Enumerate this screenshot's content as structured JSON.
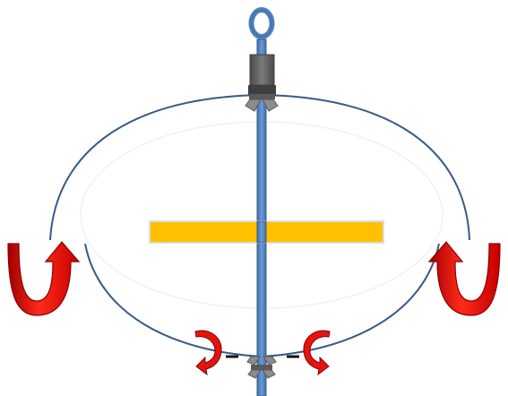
{
  "diagram": {
    "elements": [
      {
        "name": "hanging-ring-icon",
        "kind": "eye-ring"
      },
      {
        "name": "vertical-rod",
        "kind": "rod"
      },
      {
        "name": "top-clamp-block",
        "kind": "clamp"
      },
      {
        "name": "top-hinge-bracket",
        "kind": "hinge"
      },
      {
        "name": "bottom-hinge-bracket",
        "kind": "hinge"
      },
      {
        "name": "elliptical-loop",
        "kind": "wire-loop"
      },
      {
        "name": "horizontal-bar",
        "kind": "bar"
      },
      {
        "name": "left-curved-arrow-icon",
        "kind": "rotation-arrow"
      },
      {
        "name": "right-curved-arrow-icon",
        "kind": "rotation-arrow"
      },
      {
        "name": "bottom-left-small-arrow-icon",
        "kind": "rotation-arrow"
      },
      {
        "name": "bottom-right-small-arrow-icon",
        "kind": "rotation-arrow"
      }
    ]
  },
  "colors": {
    "rod": "#4f81bd",
    "rod_stroke": "#385d8a",
    "loop": "#3a5a86",
    "bar_fill": "#ffc000",
    "bar_stroke": "#dcdcdc",
    "clamp": "#666666",
    "clamp_dark": "#3f3f3f",
    "hinge": "#8c8c8c",
    "arrow_fill": "#e3140e",
    "arrow_stroke": "#8b0000"
  }
}
